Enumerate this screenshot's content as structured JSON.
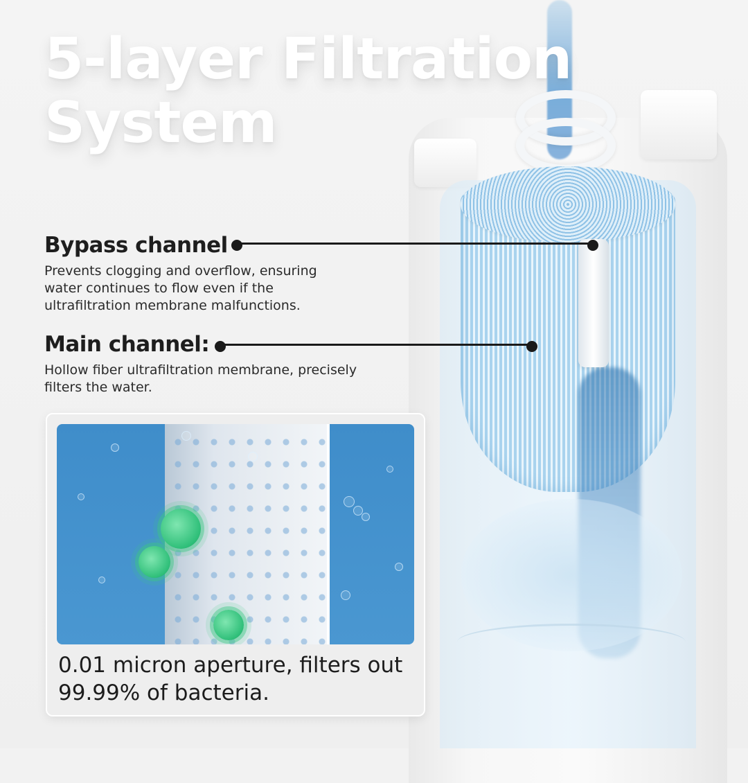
{
  "title": {
    "line1": "5-layer Filtration",
    "line2": "System"
  },
  "callouts": [
    {
      "heading": "Bypass channel",
      "description": "Prevents clogging and overflow, ensuring water continues to flow even if the ultrafiltration membrane malfunctions."
    },
    {
      "heading": "Main channel:",
      "description": "Hollow fiber ultrafiltration membrane, precisely filters the water."
    }
  ],
  "card": {
    "image_alt": "membrane-blocking-bacteria-illustration",
    "caption": "0.01 micron aperture, filters out 99.99% of bacteria."
  },
  "colors": {
    "background": "#f2f2f2",
    "title_text": "#ffffff",
    "heading_text": "#1e1e1e",
    "water_blue": "#4a97d1",
    "bacteria_green": "#2fbf79",
    "leader_line": "#1a1a1a"
  }
}
